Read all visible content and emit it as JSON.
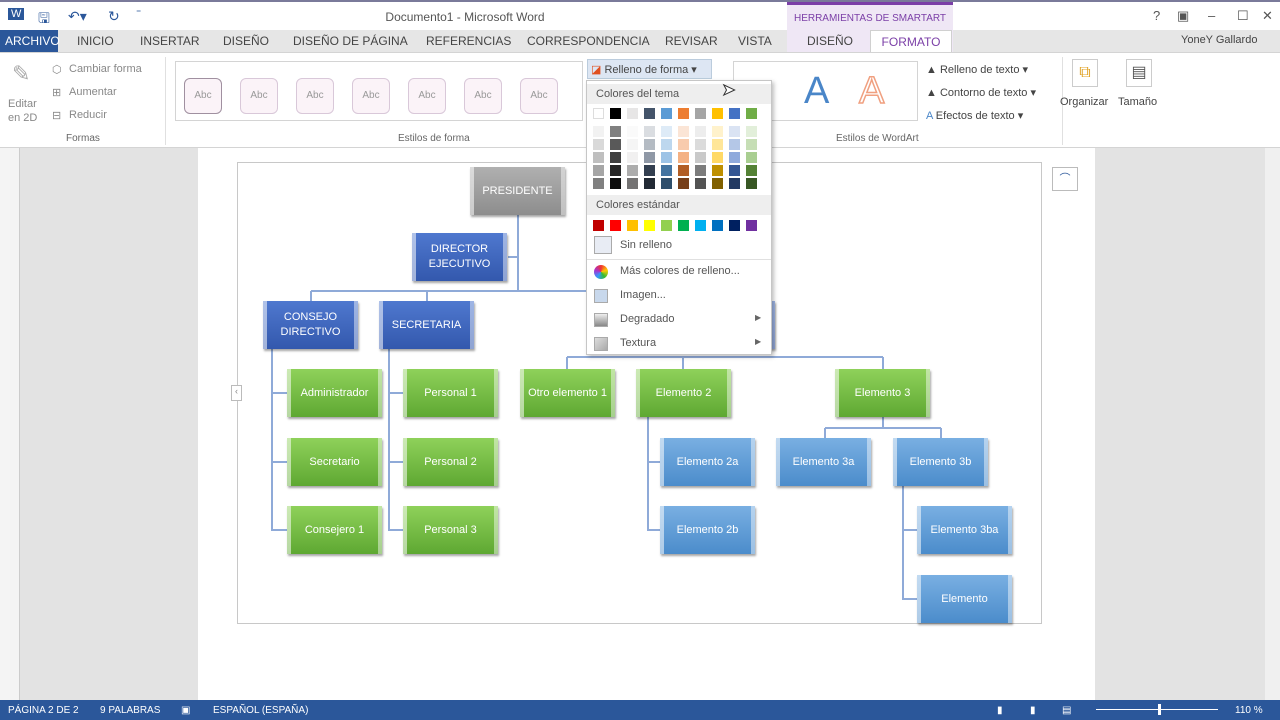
{
  "window": {
    "title": "Documento1 - Microsoft Word",
    "context_tab_group": "HERRAMIENTAS DE SMARTART",
    "help": "?",
    "user": "YoneY Gallardo"
  },
  "tabs": [
    "ARCHIVO",
    "INICIO",
    "INSERTAR",
    "DISEÑO",
    "DISEÑO DE PÁGINA",
    "REFERENCIAS",
    "CORRESPONDENCIA",
    "REVISAR",
    "VISTA",
    "DISEÑO",
    "FORMATO"
  ],
  "ribbon": {
    "formas": {
      "edit2d": "Editar en 2D",
      "cambiar": "Cambiar forma",
      "aumentar": "Aumentar",
      "reducir": "Reducir",
      "label": "Formas"
    },
    "estilos_forma": {
      "sample": "Abc",
      "label": "Estilos de forma",
      "relleno": "Relleno de forma"
    },
    "wordart": {
      "label": "Estilos de WordArt",
      "glyph": "A",
      "relleno_texto": "Relleno de texto",
      "contorno_texto": "Contorno de texto",
      "efectos_texto": "Efectos de texto"
    },
    "organizar": "Organizar",
    "tamano": "Tamaño"
  },
  "fill_menu": {
    "theme_header": "Colores del tema",
    "theme_colors": [
      "#ffffff",
      "#000000",
      "#e7e6e6",
      "#44546a",
      "#5b9bd5",
      "#ed7d31",
      "#a5a5a5",
      "#ffc000",
      "#4472c4",
      "#70ad47"
    ],
    "standard_header": "Colores estándar",
    "standard_colors": [
      "#c00000",
      "#ff0000",
      "#ffc000",
      "#ffff00",
      "#92d050",
      "#00b050",
      "#00b0f0",
      "#0070c0",
      "#002060",
      "#7030a0"
    ],
    "no_fill": "Sin relleno",
    "more": "Más colores de relleno...",
    "image": "Imagen...",
    "gradient": "Degradado",
    "texture": "Textura"
  },
  "org_chart": {
    "presidente": "PRESIDENTE",
    "director": "DIRECTOR EJECUTIVO",
    "consejo": "CONSEJO DIRECTIVO",
    "secretaria": "SECRETARIA",
    "administrador": "Administrador",
    "secretario": "Secretario",
    "consejero": "Consejero 1",
    "personal1": "Personal 1",
    "personal2": "Personal 2",
    "personal3": "Personal 3",
    "otro": "Otro elemento 1",
    "e2": "Elemento 2",
    "e3": "Elemento 3",
    "e2a": "Elemento 2a",
    "e2b": "Elemento 2b",
    "e3a": "Elemento 3a",
    "e3b": "Elemento 3b",
    "e3ba": "Elemento 3ba",
    "elemento": "Elemento"
  },
  "status": {
    "page": "PÁGINA 2 DE 2",
    "words": "9 PALABRAS",
    "language": "ESPAÑOL (ESPAÑA)",
    "zoom": "110 %",
    "zoom_percent": 110
  }
}
